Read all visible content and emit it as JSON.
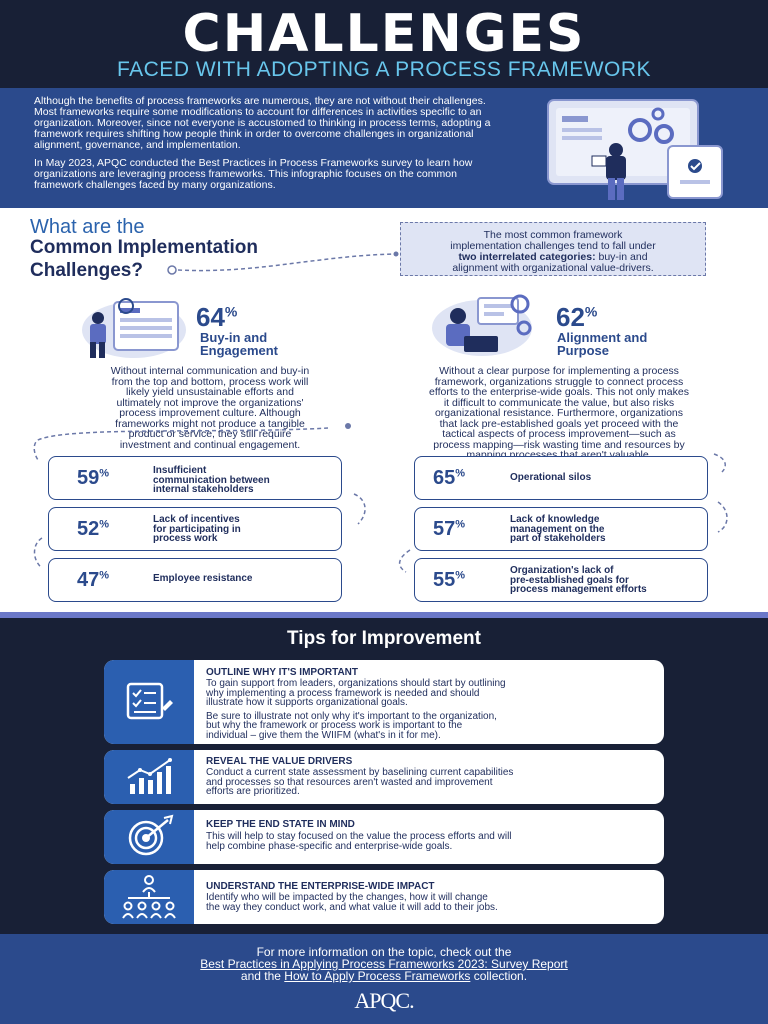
{
  "header": {
    "title": "CHALLENGES",
    "subtitle": "FACED WITH ADOPTING A PROCESS FRAMEWORK"
  },
  "intro": {
    "p1": "Although the benefits of process frameworks are numerous, they are not without their challenges. Most frameworks require some modifications to account for differences in activities specific to an organization. Moreover, since not everyone is accustomed to thinking in process terms, adopting a framework requires shifting how people think in order to overcome challenges in organizational alignment, governance, and implementation.",
    "p2": "In May 2023, APQC conducted the Best Practices in Process Frameworks survey to learn how organizations are leveraging process frameworks. This infographic focuses on the common framework challenges faced by many organizations."
  },
  "section": {
    "what_small": "What are the",
    "what_big_1": "Common Implementation",
    "what_big_2": "Challenges?",
    "callout_1": "The most common framework",
    "callout_2": "implementation challenges tend to fall under",
    "callout_3_bold": "two interrelated categories:",
    "callout_3_rest": " buy-in and",
    "callout_4": "alignment with organizational value-drivers."
  },
  "left": {
    "pct": "64",
    "label_1": "Buy-in and",
    "label_2": "Engagement",
    "desc": [
      "Without internal communication and buy-in",
      "from the top and bottom, process work will",
      "likely yield unsustainable efforts and",
      "ultimately not improve the organizations'",
      "process improvement culture. Although",
      "frameworks might not produce a tangible",
      "product or service, they still require",
      "investment and continual engagement."
    ],
    "stats": [
      {
        "pct": "59",
        "lines": [
          "Insufficient",
          "communication between",
          "internal stakeholders"
        ]
      },
      {
        "pct": "52",
        "lines": [
          "Lack of incentives",
          "for participating in",
          "process work"
        ]
      },
      {
        "pct": "47",
        "lines": [
          "Employee resistance"
        ]
      }
    ]
  },
  "right": {
    "pct": "62",
    "label_1": "Alignment and",
    "label_2": "Purpose",
    "desc": [
      "Without a clear purpose for implementing a process",
      "framework, organizations struggle to connect process",
      "efforts to the enterprise-wide goals. This not only makes",
      "it difficult to communicate the value, but also risks",
      "organizational resistance. Furthermore, organizations",
      "that lack pre-established goals yet proceed with the",
      "tactical aspects of process improvement—such as",
      "process mapping—risk wasting time and resources by",
      "mapping processes that aren't valuable."
    ],
    "stats": [
      {
        "pct": "65",
        "lines": [
          "Operational silos"
        ]
      },
      {
        "pct": "57",
        "lines": [
          "Lack of knowledge",
          "management on the",
          "part of stakeholders"
        ]
      },
      {
        "pct": "55",
        "lines": [
          "Organization's lack of",
          "pre-established goals for",
          "process management efforts"
        ]
      }
    ]
  },
  "tips": {
    "title": "Tips for Improvement",
    "items": [
      {
        "icon": "checklist-icon",
        "head": "OUTLINE WHY IT'S IMPORTANT",
        "lines": [
          "To gain support from leaders, organizations should start by outlining",
          "why implementing a process framework is needed and should",
          "illustrate how it supports organizational goals.",
          "Be sure to illustrate not only why it's important to the organization,",
          "but why the framework or process work is important to the",
          "individual – give them the WIIFM (what's in it for me)."
        ]
      },
      {
        "icon": "growth-chart-icon",
        "head": "REVEAL THE VALUE DRIVERS",
        "lines": [
          "Conduct a current state assessment by baselining current capabilities",
          "and processes so that resources aren't wasted and improvement",
          "efforts are prioritized."
        ]
      },
      {
        "icon": "target-icon",
        "head": "KEEP THE END STATE IN MIND",
        "lines": [
          "This will help to stay focused on the value the process efforts and will",
          "help combine phase-specific and enterprise-wide goals."
        ]
      },
      {
        "icon": "people-network-icon",
        "head": "UNDERSTAND THE ENTERPRISE-WIDE IMPACT",
        "lines": [
          "Identify who will be impacted by the changes, how it will change",
          "the way they conduct work, and what value it will add to their jobs."
        ]
      }
    ]
  },
  "footer": {
    "line1": "For more information on the topic, check out the",
    "link1": "Best Practices in Applying Process Frameworks 2023: Survey Report",
    "and_the": "and the ",
    "link2": "How to Apply Process Frameworks",
    "collection": " collection.",
    "logo": "APQC."
  },
  "colors": {
    "navy": "#182036",
    "blue": "#2b4a8c",
    "accent": "#68c6ec",
    "icon_blue": "#2b5fb0"
  }
}
